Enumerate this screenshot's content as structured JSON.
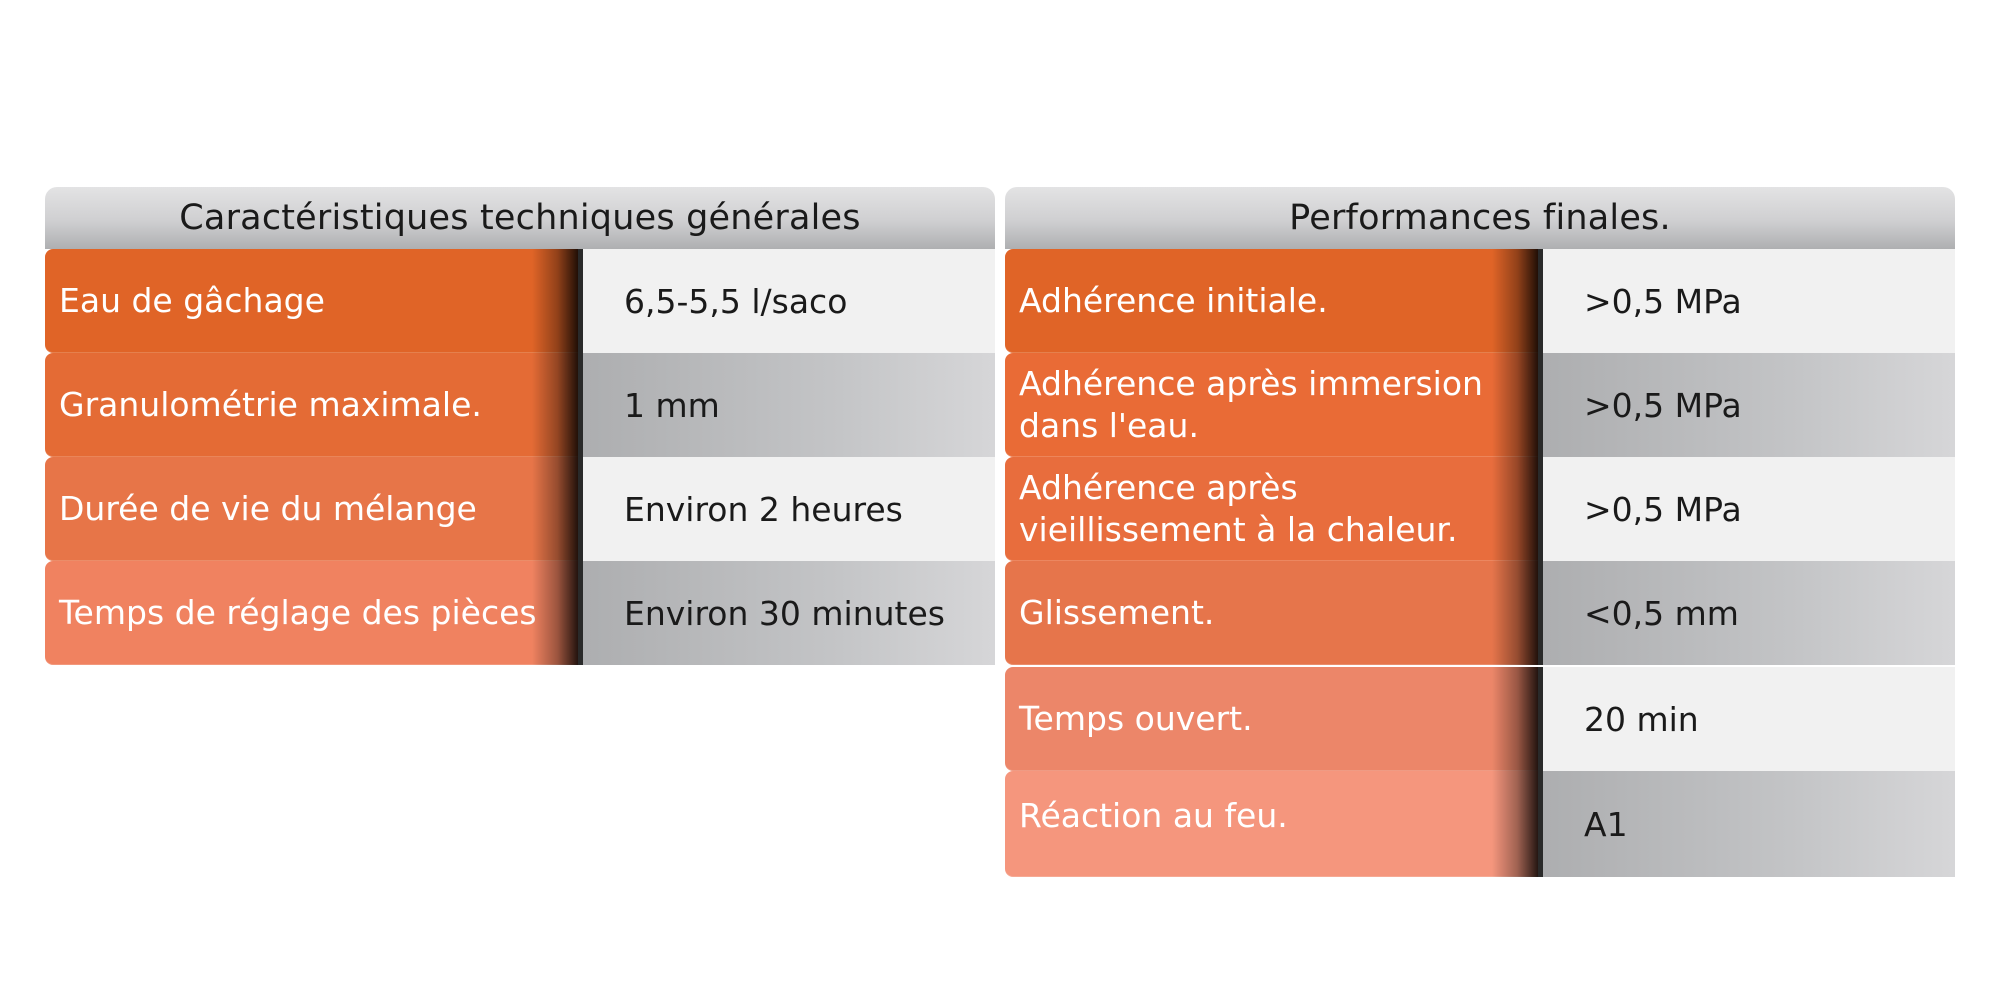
{
  "left_table": {
    "title": "Caractéristiques techniques générales",
    "rows": [
      {
        "label": "Eau de gâchage",
        "value": "6,5-5,5 l/saco"
      },
      {
        "label": "Granulométrie maximale.",
        "value": "1 mm"
      },
      {
        "label": "Durée de vie du mélange",
        "value": "Environ 2 heures"
      },
      {
        "label": "Temps de réglage des pièces",
        "value": "Environ 30 minutes"
      }
    ]
  },
  "right_table": {
    "title": "Performances finales.",
    "rows": [
      {
        "label": "Adhérence initiale.",
        "value": ">0,5 MPa"
      },
      {
        "label": "Adhérence après immersion dans l'eau.",
        "value": ">0,5 MPa"
      },
      {
        "label": "Adhérence après vieillissement à la chaleur.",
        "value": ">0,5 MPa"
      },
      {
        "label": "Glissement.",
        "value": "<0,5 mm"
      },
      {
        "label": "Temps ouvert.",
        "value": "20 min"
      },
      {
        "label": "Réaction au feu.",
        "value": "A1"
      }
    ]
  },
  "colors": {
    "orange_primary": "#e06427",
    "orange_light": "#f5967d",
    "value_light": "#f1f1f1",
    "value_dark": "#adaeb0"
  }
}
